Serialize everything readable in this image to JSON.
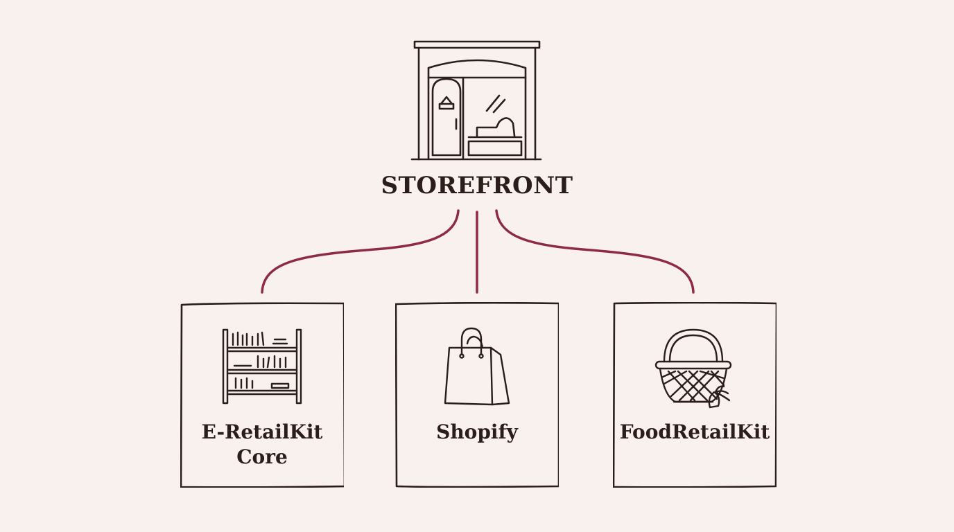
{
  "root": {
    "label": "STOREFRONT",
    "icon": "storefront-icon"
  },
  "children": [
    {
      "label": "E-RetailKit\nCore",
      "icon": "bookshelf-icon"
    },
    {
      "label": "Shopify",
      "icon": "shopping-bag-icon"
    },
    {
      "label": "FoodRetailKit",
      "icon": "basket-icon"
    }
  ],
  "colors": {
    "background": "#f8f1ee",
    "ink": "#2a1d1a",
    "connector": "#8e2a45"
  }
}
